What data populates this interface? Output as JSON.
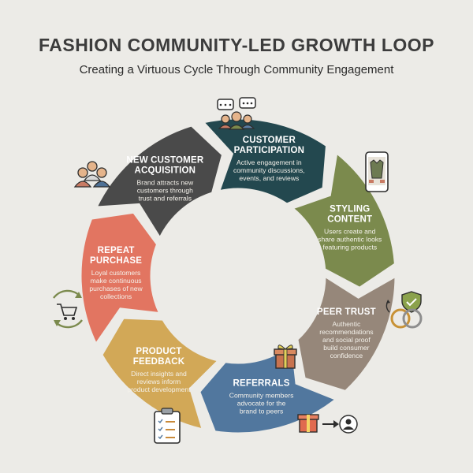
{
  "title": "FASHION COMMUNITY-LED GROWTH LOOP",
  "subtitle": "Creating a Virtuous Cycle Through Community Engagement",
  "segments": [
    {
      "head": [
        "CUSTOMER",
        "PARTICIPATION"
      ],
      "body": [
        "Active engagement in",
        "community discussions,",
        "events, and reviews"
      ],
      "color": "#23484f"
    },
    {
      "head": [
        "STYLING",
        "CONTENT"
      ],
      "body": [
        "Users create and",
        "share authentic looks",
        "featuring products"
      ],
      "color": "#7b8a4d"
    },
    {
      "head": [
        "PEER TRUST"
      ],
      "body": [
        "Authentic",
        "recommendations",
        "and social proof",
        "build consumer",
        "confidence"
      ],
      "color": "#96877a"
    },
    {
      "head": [
        "REFERRALS"
      ],
      "body": [
        "Community members",
        "advocate for the",
        "brand to peers"
      ],
      "color": "#51779e"
    },
    {
      "head": [
        "PRODUCT",
        "FEEDBACK"
      ],
      "body": [
        "Direct insights and",
        "reviews inform",
        "product development"
      ],
      "color": "#d2a857"
    },
    {
      "head": [
        "REPEAT",
        "PURCHASE"
      ],
      "body": [
        "Loyal customers",
        "make continuous",
        "purchases of new",
        "collections"
      ],
      "color": "#e27561"
    },
    {
      "head": [
        "NEW CUSTOMER",
        "ACQUISITION"
      ],
      "body": [
        "Brand attracts new",
        "customers through",
        "trust and referrals"
      ],
      "color": "#4a4a4a"
    }
  ],
  "icons": [
    "community-chat-icon",
    "smartphone-outfit-icon",
    "shield-rings-icon",
    "gift-icon",
    "clipboard-checklist-icon",
    "cart-cycle-icon",
    "user-group-icon",
    "gift-to-person-icon"
  ]
}
